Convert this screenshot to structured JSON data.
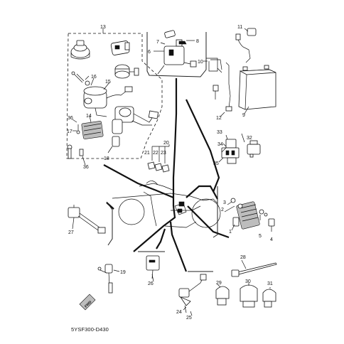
{
  "diagram_code": "5YSF300-D430",
  "callouts": [
    "1",
    "2",
    "3",
    "4",
    "5",
    "6",
    "7",
    "8",
    "9",
    "10",
    "11",
    "12",
    "13",
    "14",
    "15",
    "16",
    "17",
    "18",
    "19",
    "20",
    "21",
    "22",
    "23",
    "24",
    "25",
    "26",
    "27",
    "28",
    "29",
    "30",
    "31",
    "32",
    "33",
    "34",
    "35",
    "36"
  ],
  "stamp_text": "FWD",
  "icons": [
    "main-switch-icon",
    "starter-relay-icon",
    "battery-icon",
    "regulator-icon",
    "relay-icon",
    "sensor-icon",
    "fuse-icon",
    "band-icon",
    "clamp-icon",
    "motorcycle-frame-icon",
    "harness-icon"
  ]
}
